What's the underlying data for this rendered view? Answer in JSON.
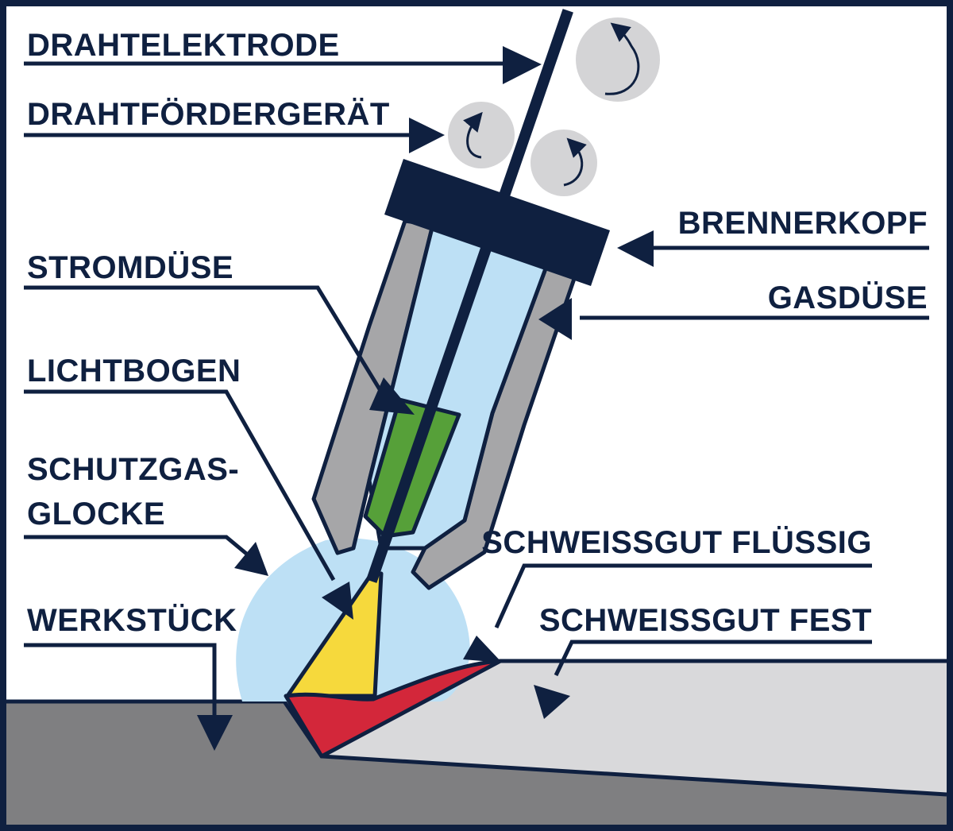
{
  "labels": {
    "drahtelektrode": "DRAHTELEKTRODE",
    "drahtfoerdergeraet": "DRAHTFÖRDERGERÄT",
    "brennerkopf": "BRENNERKOPF",
    "stromduese": "STROMDÜSE",
    "gasduese": "GASDÜSE",
    "lichtbogen": "LICHTBOGEN",
    "schutzgas_line1": "SCHUTZGAS-",
    "schutzgas_line2": "GLOCKE",
    "schweissgut_fluessig": "SCHWEISSGUT FLÜSSIG",
    "schweissgut_fest": "SCHWEISSGUT FEST",
    "werkstueck": "WERKSTÜCK"
  },
  "colors": {
    "navy": "#0f2040",
    "frame_background": "#ffffff",
    "light_blue": "#bde0f5",
    "gas_nozzle_gray": "#a6a6a8",
    "roller_gray": "#d4d4d6",
    "contact_tip_green": "#56a039",
    "arc_yellow": "#f6d93c",
    "weld_red": "#d3273a",
    "workpiece_dark": "#7f7f81",
    "workpiece_light": "#d9d9db"
  },
  "icons": [
    "rotation-arrow-icon",
    "pointer-arrow-icon"
  ]
}
